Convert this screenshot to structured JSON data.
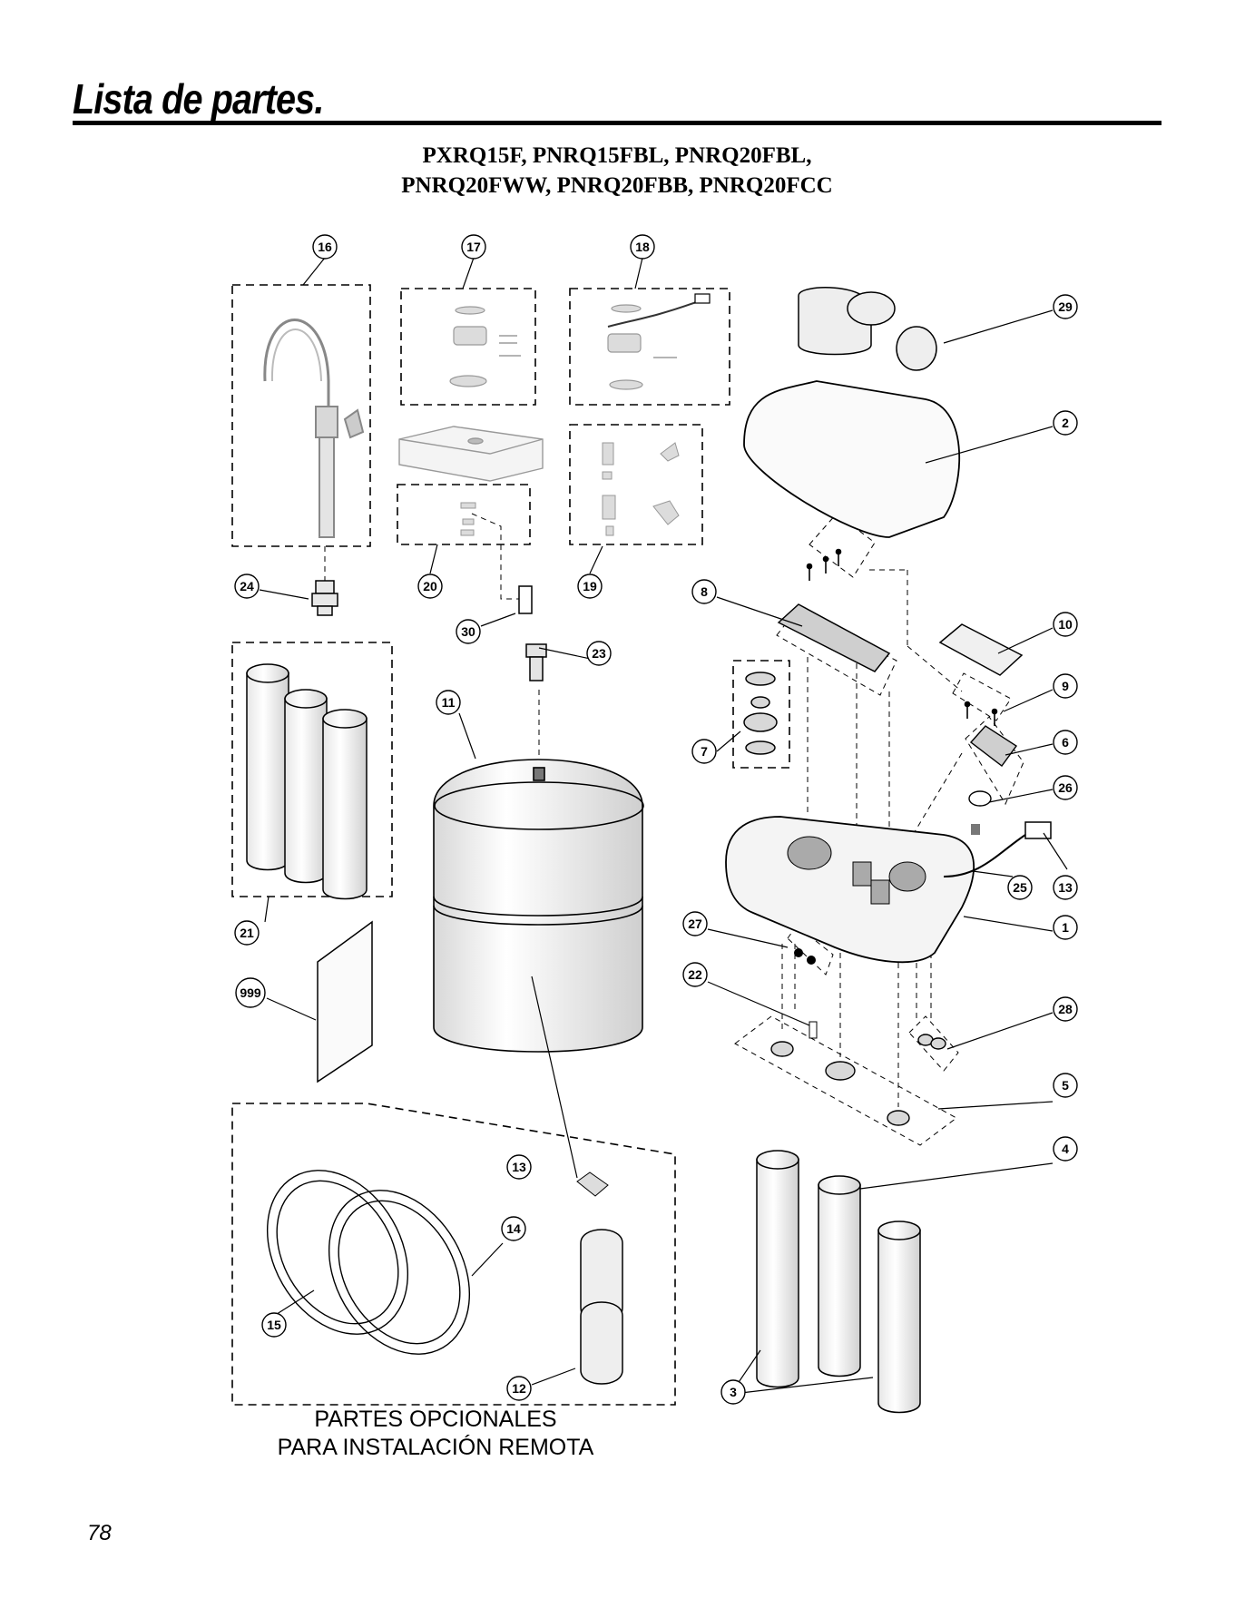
{
  "page": {
    "title": "Lista de partes.",
    "models_line1": "PXRQ15F, PNRQ15FBL, PNRQ20FBL,",
    "models_line2": "PNRQ20FWW, PNRQ20FBB, PNRQ20FCC",
    "optional_caption_line1": "PARTES OPCIONALES",
    "optional_caption_line2": "PARA INSTALACIÓN REMOTA",
    "page_number": "78"
  },
  "callouts": {
    "c16": "16",
    "c17": "17",
    "c18": "18",
    "c29": "29",
    "c2": "2",
    "c24": "24",
    "c20": "20",
    "c19": "19",
    "c8": "8",
    "c30": "30",
    "c10": "10",
    "c23": "23",
    "c9": "9",
    "c11": "11",
    "c7": "7",
    "c6": "6",
    "c26": "26",
    "c25": "25",
    "c13a": "13",
    "c21": "21",
    "c1": "1",
    "c27": "27",
    "c999": "999",
    "c22": "22",
    "c28": "28",
    "c5": "5",
    "c13b": "13",
    "c4": "4",
    "c14": "14",
    "c15": "15",
    "c12": "12",
    "c3": "3"
  },
  "colors": {
    "ink": "#000000",
    "paper": "#ffffff",
    "part_fill": "#f2f2f2",
    "part_shade": "#bdbdbd"
  }
}
